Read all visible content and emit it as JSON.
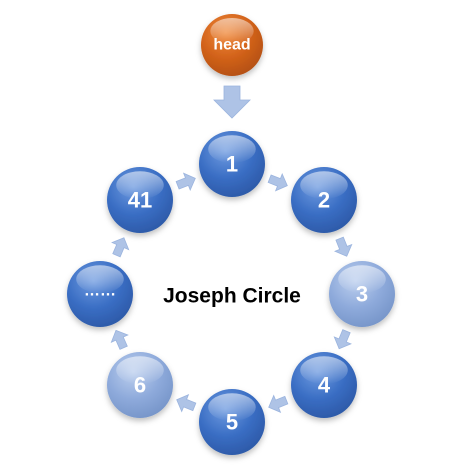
{
  "diagram": {
    "title": "Joseph Circle",
    "head": {
      "label": "head",
      "color": "#d2621a"
    },
    "nodes": [
      {
        "id": "1",
        "label": "1",
        "style": "dark"
      },
      {
        "id": "2",
        "label": "2",
        "style": "dark"
      },
      {
        "id": "3",
        "label": "3",
        "style": "light"
      },
      {
        "id": "4",
        "label": "4",
        "style": "dark"
      },
      {
        "id": "5",
        "label": "5",
        "style": "dark"
      },
      {
        "id": "6",
        "label": "6",
        "style": "light"
      },
      {
        "id": "ellipsis",
        "label": "……",
        "style": "dark"
      },
      {
        "id": "41",
        "label": "41",
        "style": "dark"
      }
    ],
    "colors": {
      "dark_node": "#3a6ec4",
      "light_node": "#8eaadb",
      "arrow": "#aec3e6"
    }
  }
}
